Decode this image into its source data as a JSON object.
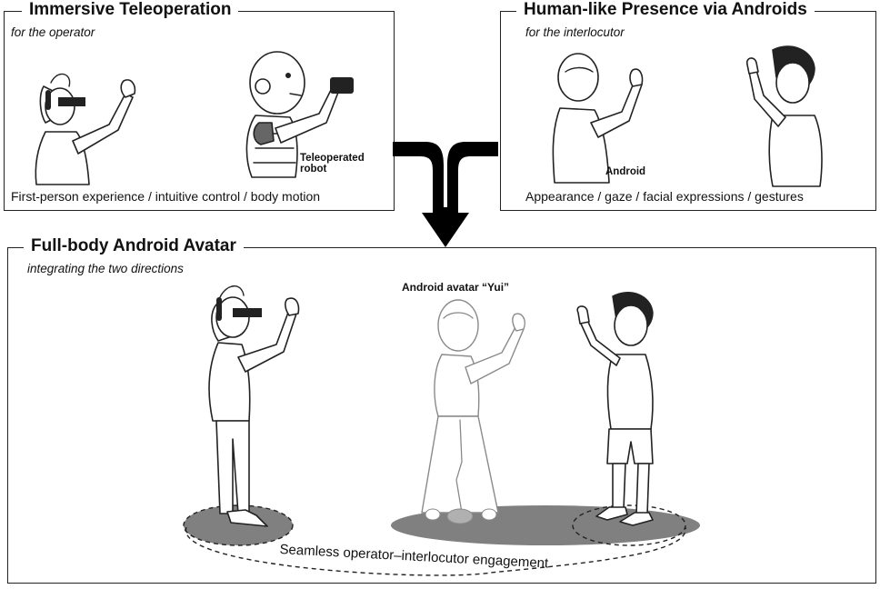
{
  "panels": {
    "top_left": {
      "title": "Immersive Teleoperation",
      "subtitle": "for the operator",
      "caption": "First-person experience / intuitive control / body motion",
      "robot_label_line1": "Teleoperated",
      "robot_label_line2": "robot"
    },
    "top_right": {
      "title": "Human-like Presence via Androids",
      "subtitle": "for the interlocutor",
      "caption": "Appearance / gaze / facial expressions / gestures",
      "android_label": "Android"
    },
    "bottom": {
      "title": "Full-body Android Avatar",
      "subtitle": "integrating the two directions",
      "avatar_label": "Android avatar “Yui”",
      "engagement_label": "Seamless operator–interlocutor engagement"
    }
  },
  "colors": {
    "stroke": "#222222",
    "ground_shadow": "#808080",
    "android_stroke": "#8a8a8a",
    "arrow": "#000000"
  },
  "icons": [
    "operator-figure",
    "teleoperated-robot",
    "android-figure",
    "interlocutor-figure",
    "merge-arrow",
    "ground-ellipse"
  ]
}
